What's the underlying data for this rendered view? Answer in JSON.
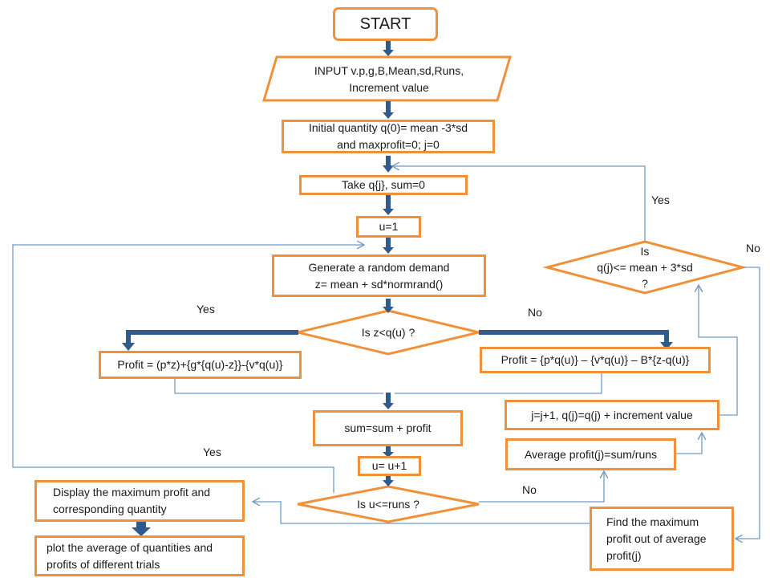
{
  "nodes": {
    "start": "START",
    "input_line1": "INPUT v.p,g,B,Mean,sd,Runs,",
    "input_line2": "Increment value",
    "init_line1": "Initial quantity q(0)= mean -3*sd",
    "init_line2": "and maxprofit=0; j=0",
    "take": "Take q{j}, sum=0",
    "u1": "u=1",
    "gen_line1": "Generate  a random demand",
    "gen_line2": "z= mean + sd*normrand()",
    "dec_z": "Is z<q(u) ?",
    "profit_yes": "Profit = (p*z)+{g*{q(u)-z}}-{v*q(u)}",
    "profit_no": "Profit = {p*q(u)}  – {v*q(u)}  – B*{z-q(u)}",
    "sum": "sum=sum + profit",
    "uinc": "u= u+1",
    "dec_runs": "Is u<=runs ?",
    "avg": "Average profit(j)=sum/runs",
    "jinc": "j=j+1,  q(j)=q(j)  + increment value",
    "dec_q_line1": "Is",
    "dec_q_line2": "q(j)<= mean + 3*sd",
    "dec_q_line3": "?",
    "findmax_line1": "Find the maximum",
    "findmax_line2": "profit out of average",
    "findmax_line3": "profit(j)",
    "display_line1": "Display the maximum profit and",
    "display_line2": "corresponding quantity",
    "plot_line1": "plot the average of quantities  and",
    "plot_line2": "profits of different  trials"
  },
  "labels": {
    "yes_z": "Yes",
    "no_z": "No",
    "yes_runs": "Yes",
    "no_runs": "No",
    "yes_q": "Yes",
    "no_q": "No"
  },
  "colors": {
    "box_border": "#f0913a",
    "thick_arrow": "#2e5a8e",
    "thin_line": "#6f9bc8"
  }
}
